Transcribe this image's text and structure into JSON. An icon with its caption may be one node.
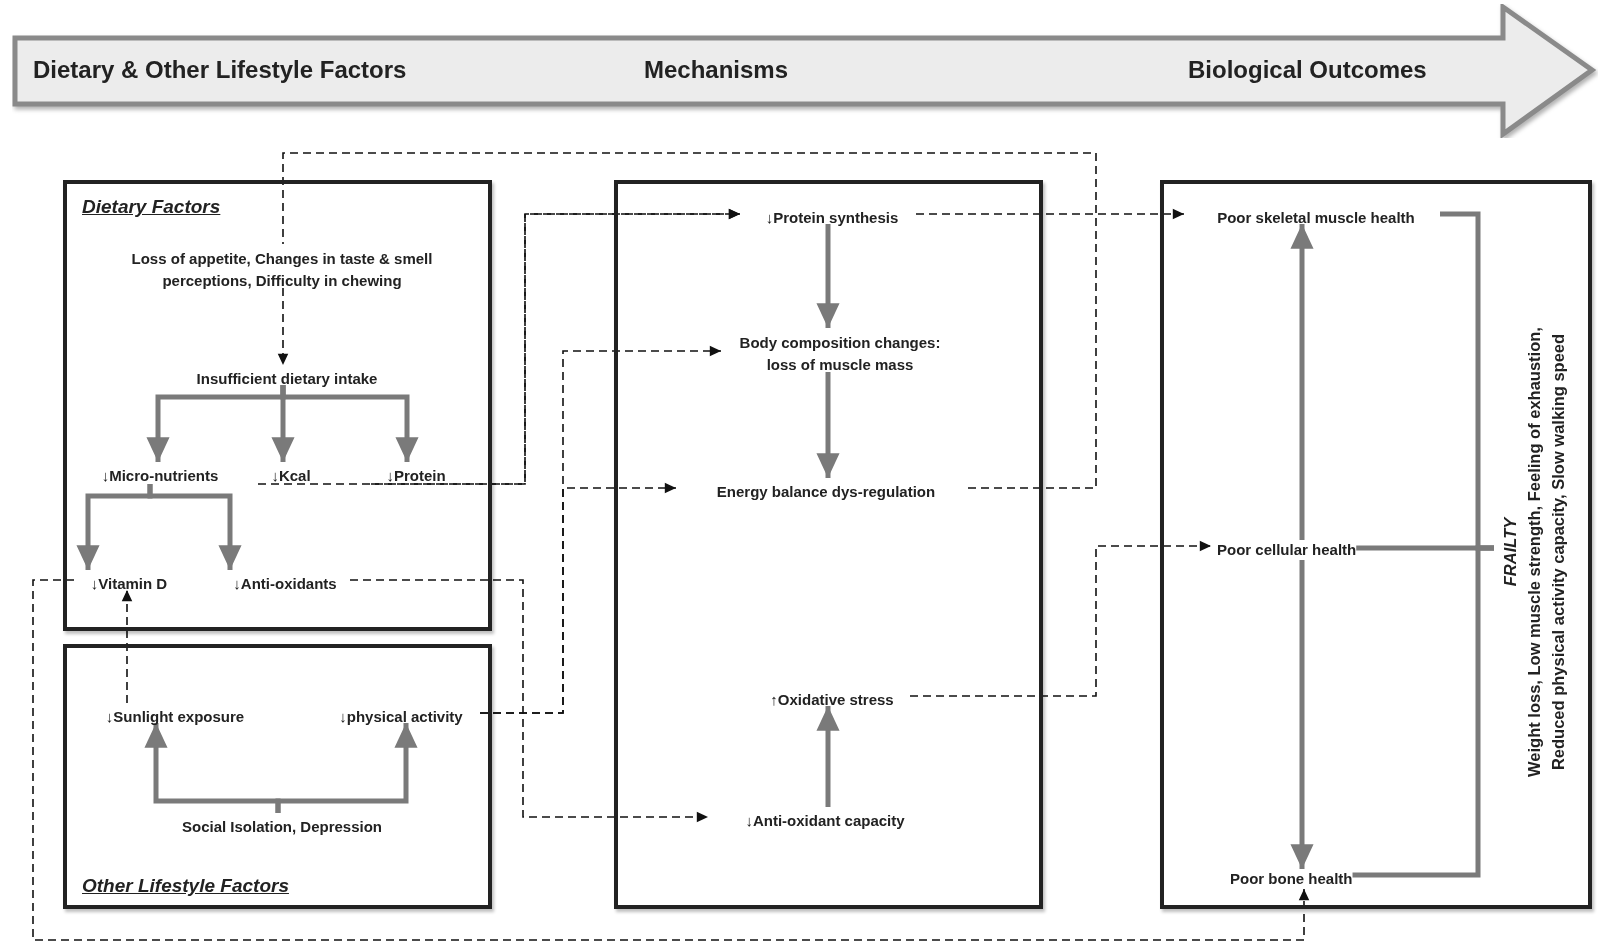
{
  "diagram": {
    "nodes": [
      {
        "text": [
          "Dietary & Other Lifestyle Factors",
          "Mechanisms",
          "Biological Outcomes"
        ]
      },
      {
        "text": [
          "Dietary Factors"
        ]
      },
      {
        "text": [
          "Loss of appetite, Changes in taste & smell perceptions, Difficulty in chewing"
        ],
        "in": 1
      },
      {
        "text": [
          "Insufficient dietary intake"
        ],
        "in": 1
      },
      {
        "text": [
          "↓Micro-nutrients"
        ],
        "in": 1
      },
      {
        "text": [
          "↓Kcal"
        ],
        "in": 1
      },
      {
        "text": [
          "↓Protein"
        ],
        "in": 1
      },
      {
        "text": [
          "↓Vitamin D"
        ],
        "in": 1
      },
      {
        "text": [
          "↓Anti-oxidants"
        ],
        "in": 1
      },
      {
        "text": [
          "Other Lifestyle Factors"
        ]
      },
      {
        "text": [
          "↓Sunlight exposure"
        ],
        "in": 9
      },
      {
        "text": [
          "↓physical activity"
        ],
        "in": 9
      },
      {
        "text": [
          "Social Isolation, Depression"
        ],
        "in": 9
      },
      {
        "text": [],
        "shape": "box"
      },
      {
        "text": [
          "↓Protein synthesis"
        ],
        "in": 13
      },
      {
        "text": [
          "Body composition changes: loss of muscle mass"
        ],
        "in": 13
      },
      {
        "text": [
          "Energy balance dys-regulation"
        ],
        "in": 13
      },
      {
        "text": [
          "↑Oxidative stress"
        ],
        "in": 13
      },
      {
        "text": [
          "↓Anti-oxidant capacity"
        ],
        "in": 13
      },
      {
        "text": [],
        "shape": "box"
      },
      {
        "text": [
          "Poor skeletal muscle health"
        ],
        "in": 19
      },
      {
        "text": [
          "Poor cellular health"
        ],
        "in": 19
      },
      {
        "text": [
          "Poor bone health"
        ],
        "in": 19
      },
      {
        "text": [
          "FRAILTY",
          "Weight loss, Low muscle strength, Feeling of exhaustion, Reduced physical activity capacity, Slow walking speed"
        ],
        "in": 19
      }
    ],
    "edges": [
      {
        "from": 2,
        "to": 3,
        "arrow": "to",
        "style": "dashed",
        "color": "#111111"
      },
      {
        "from": 16,
        "to": 2,
        "arrow": "none",
        "style": "dashed",
        "color": "#111111"
      },
      {
        "from": 5,
        "to": 14,
        "arrow": "to",
        "style": "dashed",
        "color": "#111111"
      },
      {
        "from": 6,
        "to": 14,
        "arrow": "to",
        "style": "dashed",
        "color": "#111111"
      },
      {
        "from": 14,
        "to": 20,
        "arrow": "to",
        "style": "dashed",
        "color": "#111111"
      },
      {
        "from": 11,
        "to": 15,
        "arrow": "to",
        "style": "dashed",
        "color": "#111111"
      },
      {
        "from": 11,
        "to": 16,
        "arrow": "to",
        "style": "dashed",
        "color": "#111111"
      },
      {
        "from": 8,
        "to": 18,
        "arrow": "to",
        "style": "dashed",
        "color": "#111111"
      },
      {
        "from": 17,
        "to": 21,
        "arrow": "to",
        "style": "dashed",
        "color": "#111111"
      },
      {
        "from": 7,
        "to": 22,
        "arrow": "to",
        "style": "dashed",
        "color": "#111111"
      },
      {
        "from": 10,
        "to": 7,
        "arrow": "to",
        "style": "dashed",
        "color": "#111111"
      },
      {
        "from": 3,
        "to": 4,
        "arrow": "to"
      },
      {
        "from": 3,
        "to": 5,
        "arrow": "to"
      },
      {
        "from": 3,
        "to": 6,
        "arrow": "to"
      },
      {
        "from": 4,
        "to": 7,
        "arrow": "to"
      },
      {
        "from": 4,
        "to": 8,
        "arrow": "to"
      },
      {
        "from": 12,
        "to": 10,
        "arrow": "to"
      },
      {
        "from": 12,
        "to": 11,
        "arrow": "to"
      },
      {
        "from": 14,
        "to": 15,
        "arrow": "to"
      },
      {
        "from": 15,
        "to": 16,
        "arrow": "to"
      },
      {
        "from": 18,
        "to": 17,
        "arrow": "to"
      },
      {
        "from": 21,
        "to": 20,
        "arrow": "to"
      },
      {
        "from": 21,
        "to": 22,
        "arrow": "to"
      },
      {
        "from": 20,
        "to": 23,
        "arrow": "none"
      },
      {
        "from": 21,
        "to": 23,
        "arrow": "none"
      },
      {
        "from": 22,
        "to": 23,
        "arrow": "none"
      }
    ]
  }
}
